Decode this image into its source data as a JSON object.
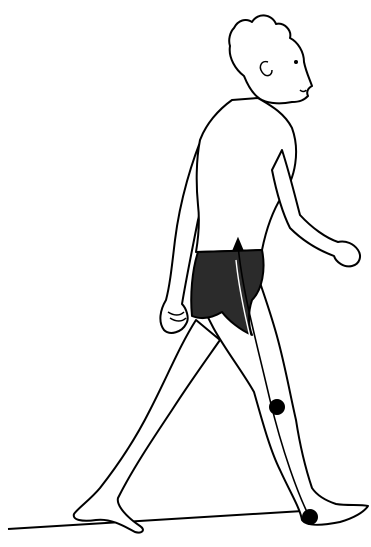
{
  "figure": {
    "subject": "walking-boy-leg-line-diagram",
    "colors": {
      "line": "#000000",
      "fill": "#ffffff",
      "shorts": "#2b2b2b"
    },
    "markers": [
      "knee-marker",
      "ankle-marker"
    ],
    "elements": [
      "ground-line",
      "head",
      "torso",
      "left-arm",
      "right-arm",
      "shorts",
      "front-leg",
      "back-leg",
      "leg-axis-line",
      "direction-arrow"
    ]
  }
}
